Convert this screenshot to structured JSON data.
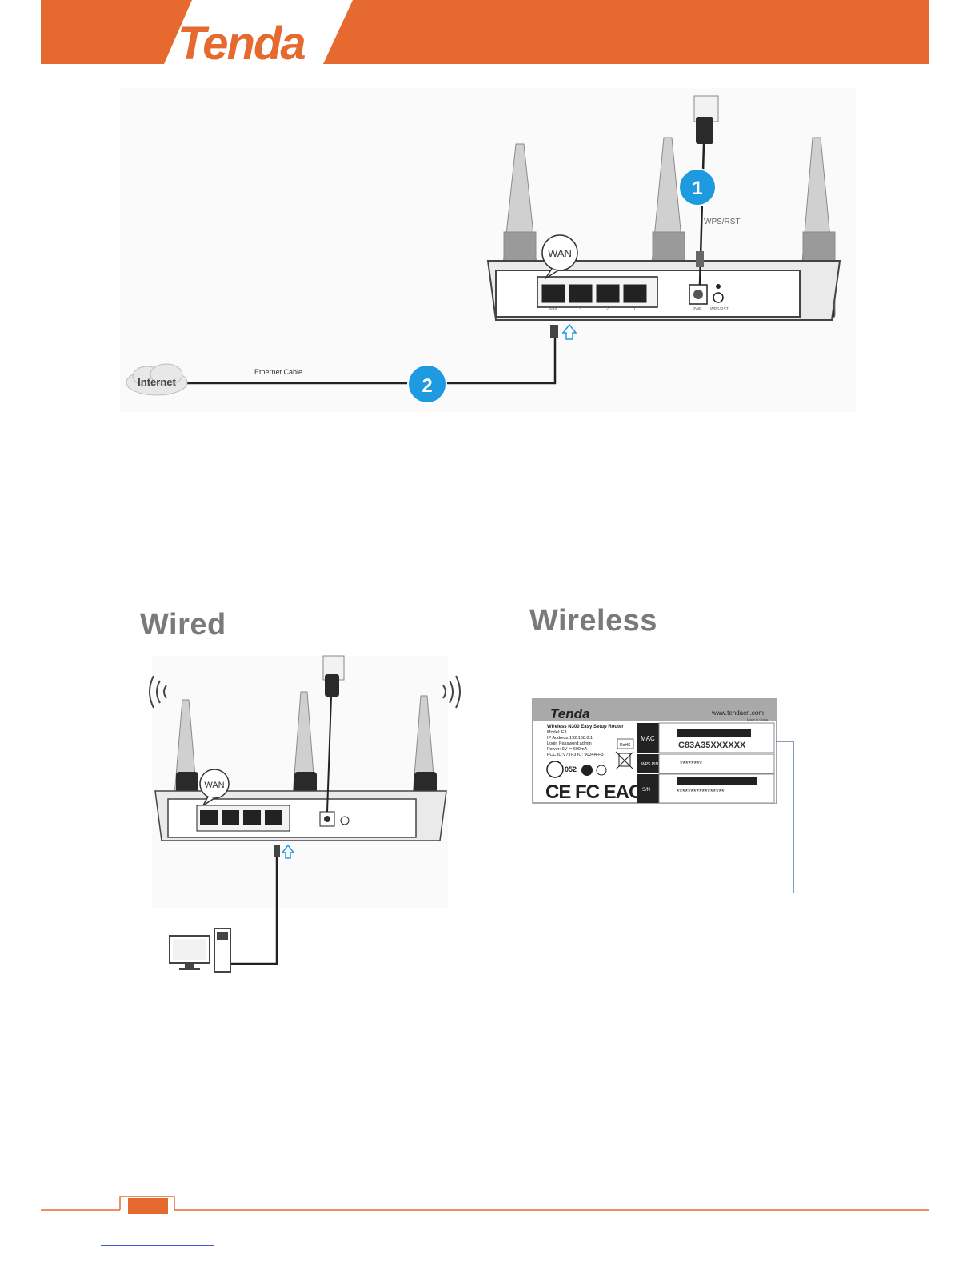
{
  "header": {
    "brand": "Tenda",
    "accent_color": "#e66a30"
  },
  "diagram_top": {
    "wan_label": "WAN",
    "wps_label": "WPS/RST",
    "step1": "1",
    "step2": "2",
    "internet_label": "Internet",
    "cable_label": "Ethernet Cable",
    "port_labels": [
      "WAN",
      "3",
      "2",
      "1"
    ],
    "pwr_label": "PWR",
    "wpsrst_small": "WPS/RST",
    "step_color": "#1e9be0"
  },
  "sections": {
    "wired_title": "Wired",
    "wireless_title": "Wireless"
  },
  "diagram_wired": {
    "wan_label": "WAN"
  },
  "label_card": {
    "brand": "Tenda",
    "website": "www.tendacn.com",
    "made_in": "Made in China",
    "product": "Wireless N300 Easy Setup Router",
    "model": "Model: F3",
    "ip": "IP Address:192.168.0.1",
    "login": "Login Password:admin",
    "power": "Power: 9V ⎓ 600mA",
    "fcc": "FCC ID:V7TF3   IC: 9034A-F3",
    "mac_label": "MAC",
    "mac_value": "C83A35XXXXXX",
    "wps_pin_label": "WPS PIN",
    "wps_pin_value": "********",
    "sn_label": "S/N",
    "sn_value": "*****************",
    "rohs": "RoHS",
    "code_052": "052",
    "marks": "CE FC EAC"
  }
}
